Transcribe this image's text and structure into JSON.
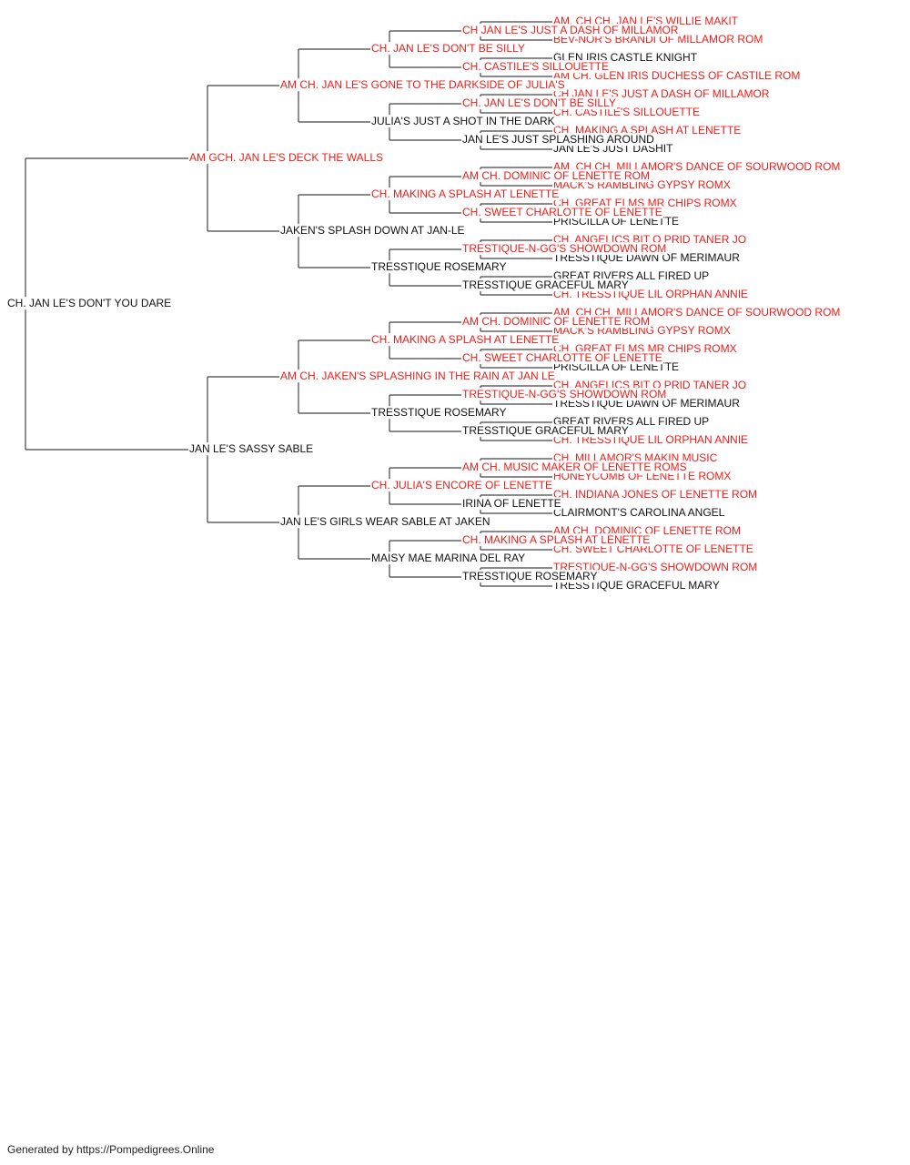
{
  "colors": {
    "champion": "#e8201c",
    "normal": "#111111",
    "line": "#444444"
  },
  "pedigree": {
    "name": "CH. JAN LE'S DON'T YOU DARE",
    "champion": false,
    "sire": {
      "name": "AM GCH. JAN LE'S DECK THE WALLS",
      "champion": true,
      "sire": {
        "name": "AM CH. JAN LE'S GONE TO THE DARKSIDE OF JULIA'S",
        "champion": true,
        "sire": {
          "name": "CH. JAN LE'S DON'T BE SILLY",
          "champion": true,
          "sire": {
            "name": "CH JAN LE'S JUST A DASH OF MILLAMOR",
            "champion": true,
            "sire": {
              "name": "AM. CH.CH. JAN LE'S WILLIE MAKIT",
              "champion": true
            },
            "dam": {
              "name": "BEV-NOR'S BRANDI OF MILLAMOR ROM",
              "champion": true
            }
          },
          "dam": {
            "name": "CH. CASTILE'S SILLOUETTE",
            "champion": true,
            "sire": {
              "name": "GLEN IRIS CASTLE KNIGHT",
              "champion": false
            },
            "dam": {
              "name": "AM CH. GLEN IRIS DUCHESS OF CASTILE ROM",
              "champion": true
            }
          }
        },
        "dam": {
          "name": "JULIA'S JUST A SHOT IN THE DARK",
          "champion": false,
          "sire": {
            "name": "CH. JAN LE'S DON'T BE SILLY",
            "champion": true,
            "sire": {
              "name": "CH JAN LE'S JUST A DASH OF MILLAMOR",
              "champion": true
            },
            "dam": {
              "name": "CH. CASTILE'S SILLOUETTE",
              "champion": true
            }
          },
          "dam": {
            "name": "JAN LE'S JUST SPLASHING AROUND",
            "champion": false,
            "sire": {
              "name": "CH. MAKING A SPLASH AT LENETTE",
              "champion": true
            },
            "dam": {
              "name": "JAN LE'S JUST DASHIT",
              "champion": false
            }
          }
        }
      },
      "dam": {
        "name": "JAKEN'S SPLASH DOWN AT JAN-LE",
        "champion": false,
        "sire": {
          "name": "CH. MAKING A SPLASH AT LENETTE",
          "champion": true,
          "sire": {
            "name": "AM CH. DOMINIC OF LENETTE ROM",
            "champion": true,
            "sire": {
              "name": "AM. CH.CH. MILLAMOR'S DANCE OF SOURWOOD ROM",
              "champion": true
            },
            "dam": {
              "name": "MACK'S RAMBLING GYPSY ROMX",
              "champion": true
            }
          },
          "dam": {
            "name": "CH. SWEET CHARLOTTE OF LENETTE",
            "champion": true,
            "sire": {
              "name": "CH. GREAT ELMS MR CHIPS ROMX",
              "champion": true
            },
            "dam": {
              "name": "PRISCILLA OF LENETTE",
              "champion": false
            }
          }
        },
        "dam": {
          "name": "TRESSTIQUE ROSEMARY",
          "champion": false,
          "sire": {
            "name": "TRESTIQUE-N-GG'S SHOWDOWN ROM",
            "champion": true,
            "sire": {
              "name": "CH. ANGELICS BIT O PRID TANER JO",
              "champion": true
            },
            "dam": {
              "name": "TRESSTIQUE DAWN OF MERIMAUR",
              "champion": false
            }
          },
          "dam": {
            "name": "TRESSTIQUE GRACEFUL MARY",
            "champion": false,
            "sire": {
              "name": "GREAT RIVERS ALL FIRED UP",
              "champion": false
            },
            "dam": {
              "name": "CH. TRESSTIQUE LIL ORPHAN ANNIE",
              "champion": true
            }
          }
        }
      }
    },
    "dam": {
      "name": "JAN LE'S SASSY SABLE",
      "champion": false,
      "sire": {
        "name": "AM CH. JAKEN'S SPLASHING IN THE RAIN AT JAN LE",
        "champion": true,
        "sire": {
          "name": "CH. MAKING A SPLASH AT LENETTE",
          "champion": true,
          "sire": {
            "name": "AM CH. DOMINIC OF LENETTE ROM",
            "champion": true,
            "sire": {
              "name": "AM. CH.CH. MILLAMOR'S DANCE OF SOURWOOD ROM",
              "champion": true
            },
            "dam": {
              "name": "MACK'S RAMBLING GYPSY ROMX",
              "champion": true
            }
          },
          "dam": {
            "name": "CH. SWEET CHARLOTTE OF LENETTE",
            "champion": true,
            "sire": {
              "name": "CH. GREAT ELMS MR CHIPS ROMX",
              "champion": true
            },
            "dam": {
              "name": "PRISCILLA OF LENETTE",
              "champion": false
            }
          }
        },
        "dam": {
          "name": "TRESSTIQUE ROSEMARY",
          "champion": false,
          "sire": {
            "name": "TRESTIQUE-N-GG'S SHOWDOWN ROM",
            "champion": true,
            "sire": {
              "name": "CH. ANGELICS BIT O PRID TANER JO",
              "champion": true
            },
            "dam": {
              "name": "TRESSTIQUE DAWN OF MERIMAUR",
              "champion": false
            }
          },
          "dam": {
            "name": "TRESSTIQUE GRACEFUL MARY",
            "champion": false,
            "sire": {
              "name": "GREAT RIVERS ALL FIRED UP",
              "champion": false
            },
            "dam": {
              "name": "CH. TRESSTIQUE LIL ORPHAN ANNIE",
              "champion": true
            }
          }
        }
      },
      "dam": {
        "name": "JAN LE'S GIRLS WEAR SABLE AT JAKEN",
        "champion": false,
        "sire": {
          "name": "CH. JULIA'S ENCORE OF LENETTE",
          "champion": true,
          "sire": {
            "name": "AM CH. MUSIC MAKER OF LENETTE ROMS",
            "champion": true,
            "sire": {
              "name": "CH. MILLAMOR'S MAKIN MUSIC",
              "champion": true
            },
            "dam": {
              "name": "HONEYCOMB OF LENETTE ROMX",
              "champion": true
            }
          },
          "dam": {
            "name": "IRINA OF LENETTE",
            "champion": false,
            "sire": {
              "name": "CH. INDIANA JONES OF LENETTE ROM",
              "champion": true
            },
            "dam": {
              "name": "CLAIRMONT'S CAROLINA ANGEL",
              "champion": false
            }
          }
        },
        "dam": {
          "name": "MAISY MAE MARINA DEL RAY",
          "champion": false,
          "sire": {
            "name": "CH. MAKING A SPLASH AT LENETTE",
            "champion": true,
            "sire": {
              "name": "AM CH. DOMINIC OF LENETTE ROM",
              "champion": true
            },
            "dam": {
              "name": "CH. SWEET CHARLOTTE OF LENETTE",
              "champion": true
            }
          },
          "dam": {
            "name": "TRESSTIQUE ROSEMARY",
            "champion": false,
            "sire": {
              "name": "TRESTIQUE-N-GG'S SHOWDOWN ROM",
              "champion": true
            },
            "dam": {
              "name": "TRESSTIQUE GRACEFUL MARY",
              "champion": false
            }
          }
        }
      }
    }
  },
  "footer": "Generated by https://Pompedigrees.Online"
}
